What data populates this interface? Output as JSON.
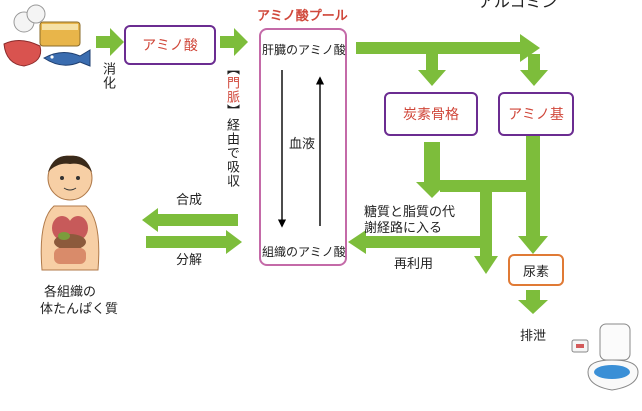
{
  "header_partial": "アルコミン",
  "boxes": {
    "amino_acid": "アミノ酸",
    "pool_title": "アミノ酸プール",
    "liver": "肝臓のアミノ酸",
    "blood": "血液",
    "tissue": "組織のアミノ酸",
    "carbon": "炭素骨格",
    "amino_group": "アミノ基",
    "urea": "尿素"
  },
  "labels": {
    "digest": "消化",
    "portal_bracket_open": "【",
    "portal_vein": "門脈",
    "portal_bracket_close": "】",
    "portal_rest": "経由で吸収",
    "synthesis": "合成",
    "decomposition": "分解",
    "sugar_fat_line1": "糖質と脂質の代",
    "sugar_fat_line2": "謝経路に入る",
    "reuse": "再利用",
    "excretion": "排泄",
    "body_protein_line1": "各組織の",
    "body_protein_line2": "体たんぱく質"
  },
  "colors": {
    "arrow_green": "#7dbd3b",
    "box_purple": "#6b2c91",
    "pool_pink": "#c46aa8",
    "urea_orange": "#e07a35",
    "title_red": "#d0473a"
  }
}
